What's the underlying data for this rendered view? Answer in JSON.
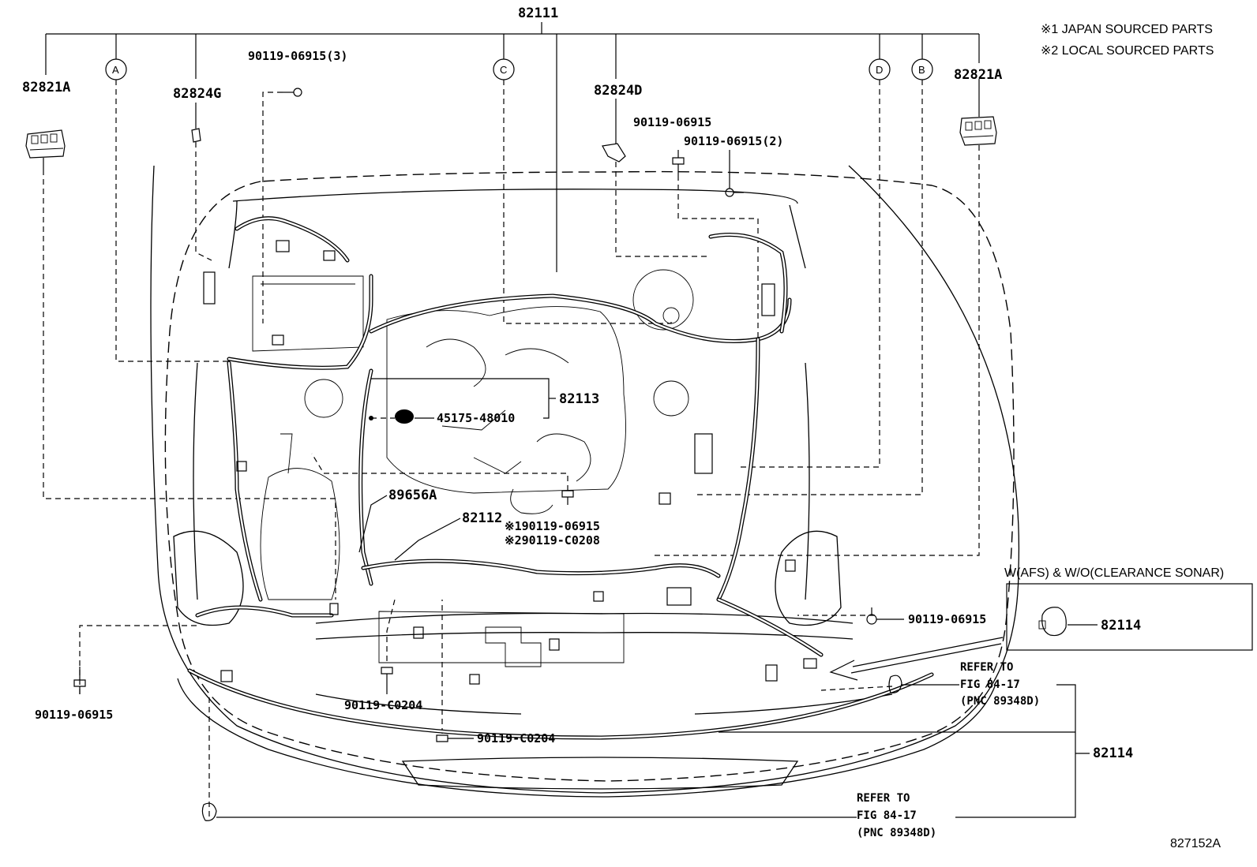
{
  "notes": {
    "japan": "※1 JAPAN SOURCED PARTS",
    "local": "※2 LOCAL SOURCED PARTS"
  },
  "markers": [
    "A",
    "C",
    "D",
    "B"
  ],
  "parts": {
    "p82111": "82111",
    "p82821A_left": "82821A",
    "p82821A_right": "82821A",
    "p82824G": "82824G",
    "p82824D": "82824D",
    "bolt_3": "90119-06915(3)",
    "bolt_top": "90119-06915",
    "bolt_2": "90119-06915(2)",
    "p82113": "82113",
    "p45175": "45175-48010",
    "p89656A": "89656A",
    "p82112": "82112",
    "bolt_japan": "※190119-06915",
    "bolt_local": "※290119-C0208",
    "bolt_right": "90119-06915",
    "bolt_left": "90119-06915",
    "bolt_c0204_a": "90119-C0204",
    "bolt_c0204_b": "90119-C0204",
    "p82114_box": "82114",
    "p82114_main": "82114",
    "figure_number": "827152A"
  },
  "inset": {
    "title": "W(AFS) & W/O(CLEARANCE SONAR)"
  },
  "refer_upper": {
    "line1": "REFER TO",
    "line2": "FIG 84-17",
    "line3": "(PNC 89348D)"
  },
  "refer_lower": {
    "line1": "REFER TO",
    "line2": "FIG 84-17",
    "line3": "(PNC 89348D)"
  }
}
